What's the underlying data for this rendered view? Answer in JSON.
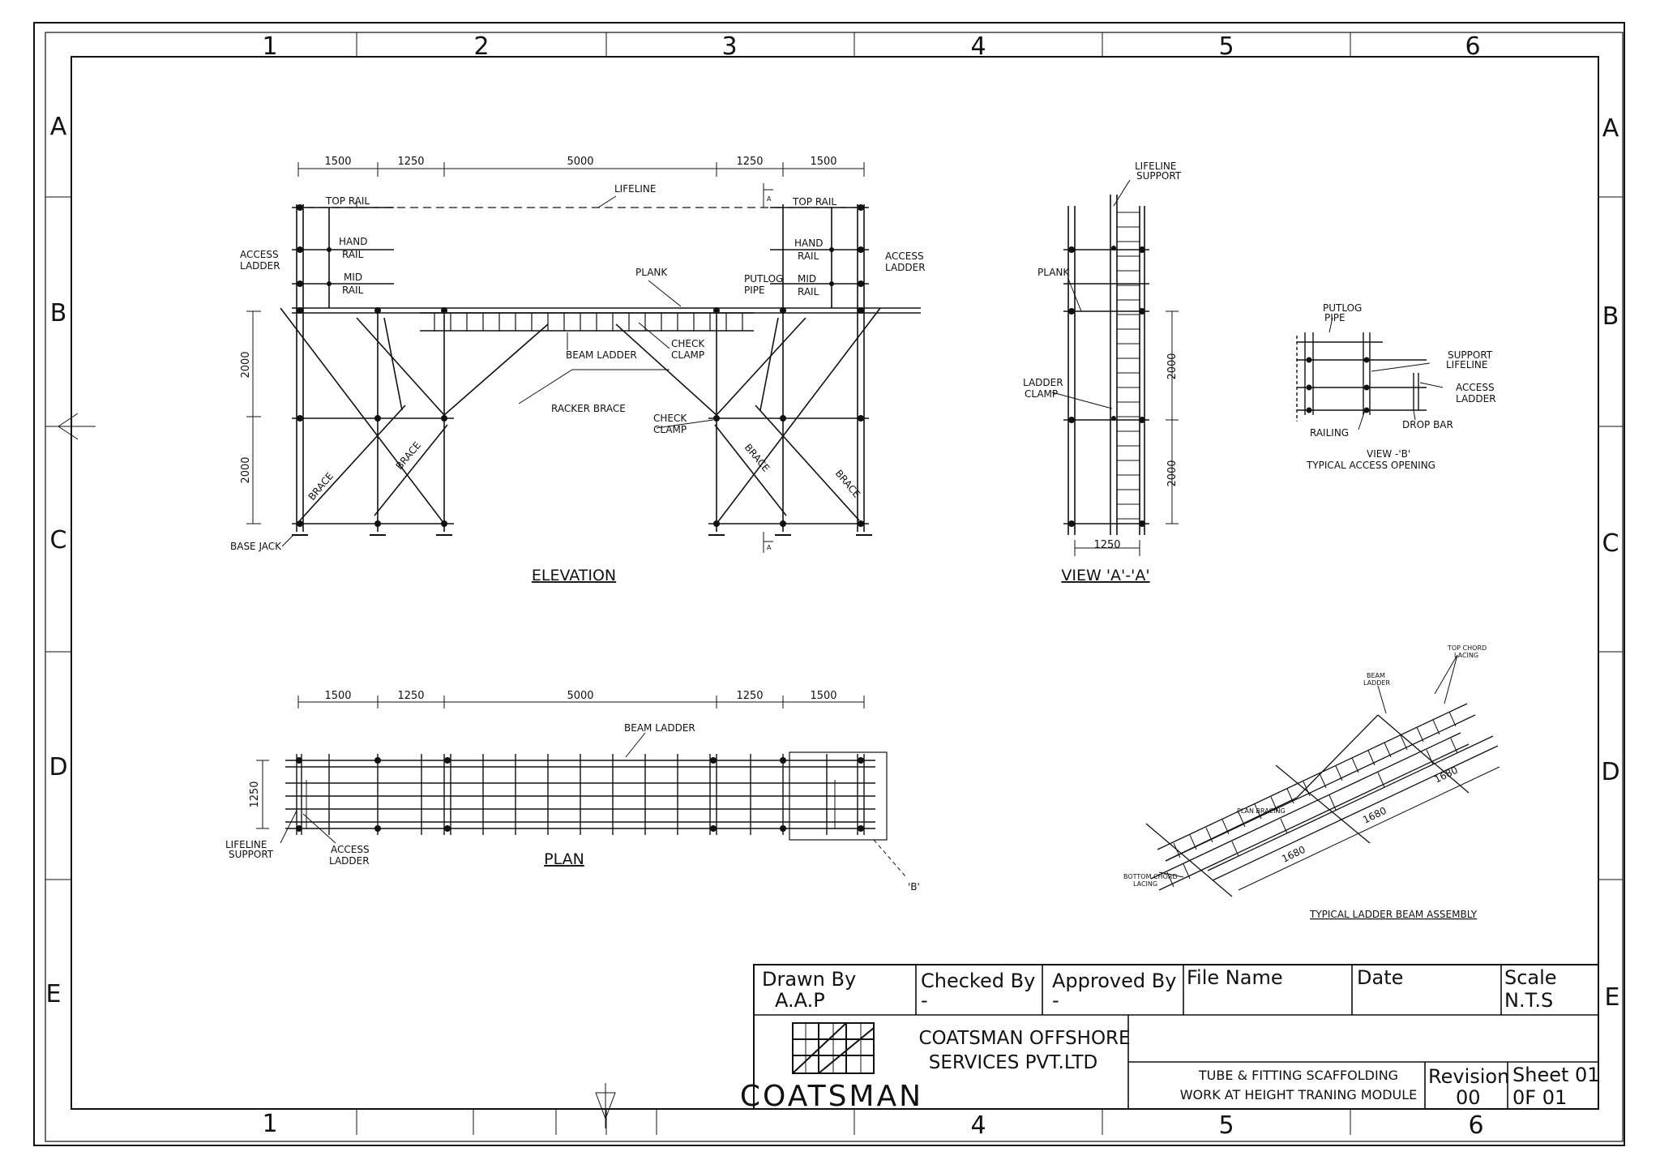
{
  "border": {
    "cols_top": [
      "1",
      "2",
      "3",
      "4",
      "5",
      "6"
    ],
    "cols_bottom": [
      "1",
      "4",
      "5",
      "6"
    ],
    "rows": [
      "A",
      "B",
      "C",
      "D",
      "E"
    ]
  },
  "elevation": {
    "title": "ELEVATION",
    "dims_top": [
      "1500",
      "1250",
      "5000",
      "1250",
      "1500"
    ],
    "dims_vert": [
      "2000",
      "2000"
    ],
    "labels": {
      "lifeline": "LIFELINE",
      "top_rail_l": "TOP RAIL",
      "top_rail_r": "TOP RAIL",
      "hand_rail_l": [
        "HAND",
        "RAIL"
      ],
      "hand_rail_r": [
        "HAND",
        "RAIL"
      ],
      "mid_rail_l": [
        "MID",
        "RAIL"
      ],
      "mid_rail_r": [
        "MID",
        "RAIL"
      ],
      "access_ladder_l": [
        "ACCESS",
        "LADDER"
      ],
      "access_ladder_r": [
        "ACCESS",
        "LADDER"
      ],
      "plank": "PLANK",
      "putlog_pipe": [
        "PUTLOG",
        "PIPE"
      ],
      "beam_ladder": "BEAM LADDER",
      "check_clamp_1": [
        "CHECK",
        "CLAMP"
      ],
      "check_clamp_2": [
        "CHECK",
        "CLAMP"
      ],
      "racker_brace": "RACKER BRACE",
      "brace": "BRACE",
      "base_jack": "BASE JACK",
      "section_mark": "A"
    }
  },
  "view_aa": {
    "title": "VIEW 'A'-'A'",
    "labels": {
      "lifeline_support": [
        "LIFELINE",
        "SUPPORT"
      ],
      "plank": "PLANK",
      "ladder_clamp": [
        "LADDER",
        "CLAMP"
      ]
    },
    "dims": [
      "2000",
      "2000",
      "1250"
    ]
  },
  "view_b": {
    "title": [
      "VIEW -'B'",
      "TYPICAL ACCESS OPENING"
    ],
    "labels": {
      "putlog_pipe": [
        "PUTLOG",
        "PIPE"
      ],
      "support_lifeline": [
        "SUPPORT",
        "LIFELINE"
      ],
      "access_ladder": [
        "ACCESS",
        "LADDER"
      ],
      "railing": "RAILING",
      "drop_bar": "DROP BAR"
    }
  },
  "plan": {
    "title": "PLAN",
    "dims_top": [
      "1500",
      "1250",
      "5000",
      "1250",
      "1500"
    ],
    "dim_vert": "1250",
    "labels": {
      "beam_ladder": "BEAM LADDER",
      "lifeline_support": [
        "LIFELINE",
        "SUPPORT"
      ],
      "access_ladder": [
        "ACCESS",
        "LADDER"
      ],
      "ref_b": "'B'"
    }
  },
  "beam_assembly": {
    "title": "TYPICAL LADDER BEAM ASSEMBLY",
    "labels": {
      "top_chord": [
        "TOP CHORD",
        "LACING"
      ],
      "beam_ladder": [
        "BEAM",
        "LADDER"
      ],
      "plan_bracing": "PLAN BRACING",
      "bottom_chord": [
        "BOTTOM CHORD",
        "LACING"
      ]
    },
    "dims": [
      "1680",
      "1680",
      "1680"
    ]
  },
  "title_block": {
    "drawn_by_label": "Drawn By",
    "drawn_by": "A.A.P",
    "checked_by_label": "Checked By",
    "checked_by": "-",
    "approved_by_label": "Approved By",
    "approved_by": "-",
    "file_name_label": "File Name",
    "date_label": "Date",
    "scale_label": "Scale",
    "scale": "N.T.S",
    "company": [
      "COATSMAN OFFSHORE",
      "SERVICES PVT.LTD"
    ],
    "logo_text": "COATSMAN",
    "description": [
      "TUBE & FITTING SCAFFOLDING",
      "WORK AT HEIGHT TRANING MODULE"
    ],
    "revision_label": "Revision",
    "revision": "00",
    "sheet": [
      "Sheet 01",
      "0F 01"
    ]
  }
}
